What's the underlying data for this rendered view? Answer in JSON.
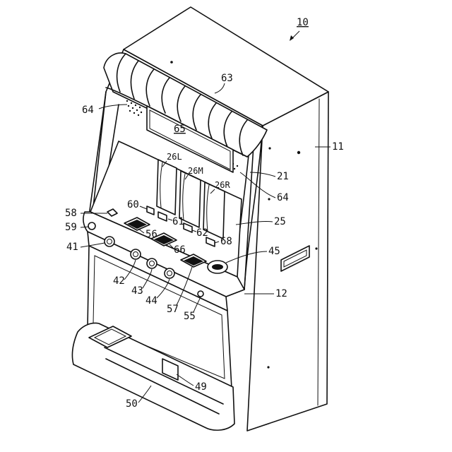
{
  "figure": {
    "main_ref": "10",
    "labels": {
      "l11": "11",
      "l12": "12",
      "l21": "21",
      "l25": "25",
      "l26L": "26L",
      "l26M": "26M",
      "l26R": "26R",
      "l41": "41",
      "l42": "42",
      "l43": "43",
      "l44": "44",
      "l45": "45",
      "l49": "49",
      "l50": "50",
      "l55": "55",
      "l56": "56",
      "l57": "57",
      "l58": "58",
      "l59": "59",
      "l60": "60",
      "l61": "61",
      "l62": "62",
      "l63": "63",
      "l64a": "64",
      "l64b": "64",
      "l65": "65",
      "l66": "66",
      "l68": "68"
    }
  }
}
